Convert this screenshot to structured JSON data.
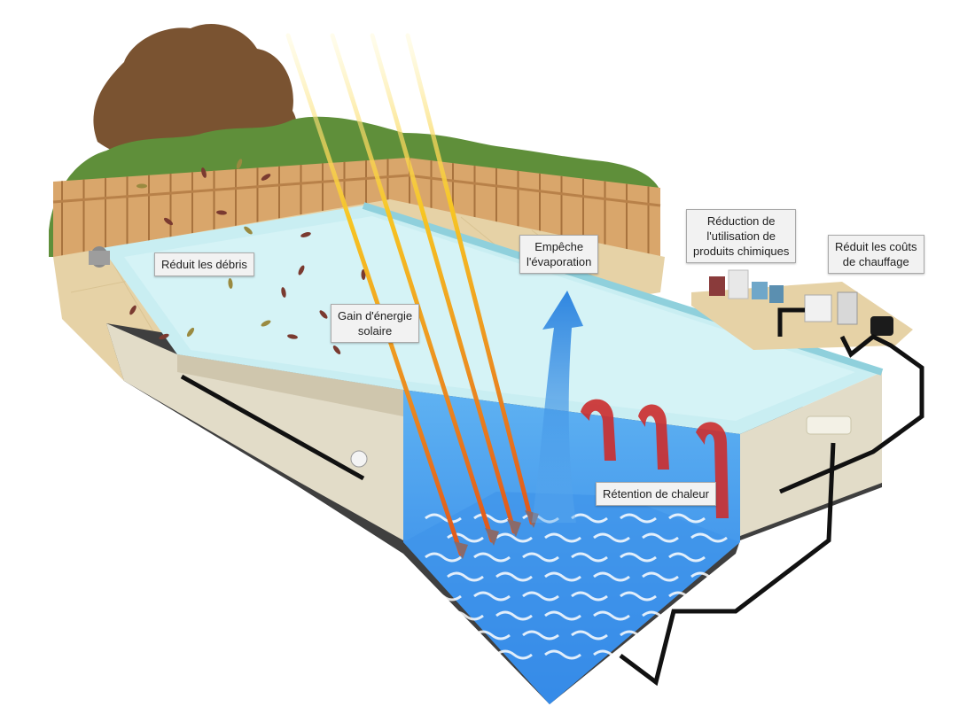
{
  "labels": {
    "debris": [
      "Réduit les débris"
    ],
    "solar": [
      "Gain d'énergie",
      "solaire"
    ],
    "evaporation": [
      "Empêche",
      "l'évaporation"
    ],
    "chemicals": [
      "Réduction de",
      "l'utilisation de",
      "produits chimiques"
    ],
    "heating": [
      "Réduit les coûts",
      "de chauffage"
    ],
    "heat_retention": [
      "Rétention de chaleur"
    ]
  },
  "colors": {
    "hedge": "#5f8f3a",
    "tree": "#7a5331",
    "fence": "#d9a66b",
    "deck": "#e6d2a6",
    "cover": "#c9eef2",
    "water": "#3d9be9",
    "deep_water": "#2b7fe0",
    "wall": "#e2dcc8",
    "shadow": "#4a4a4a",
    "ray": "#f2b51c",
    "evaporation_arrow": "#3a8de0",
    "heat_arrow": "#cc2d2d",
    "pipe": "#111111"
  }
}
